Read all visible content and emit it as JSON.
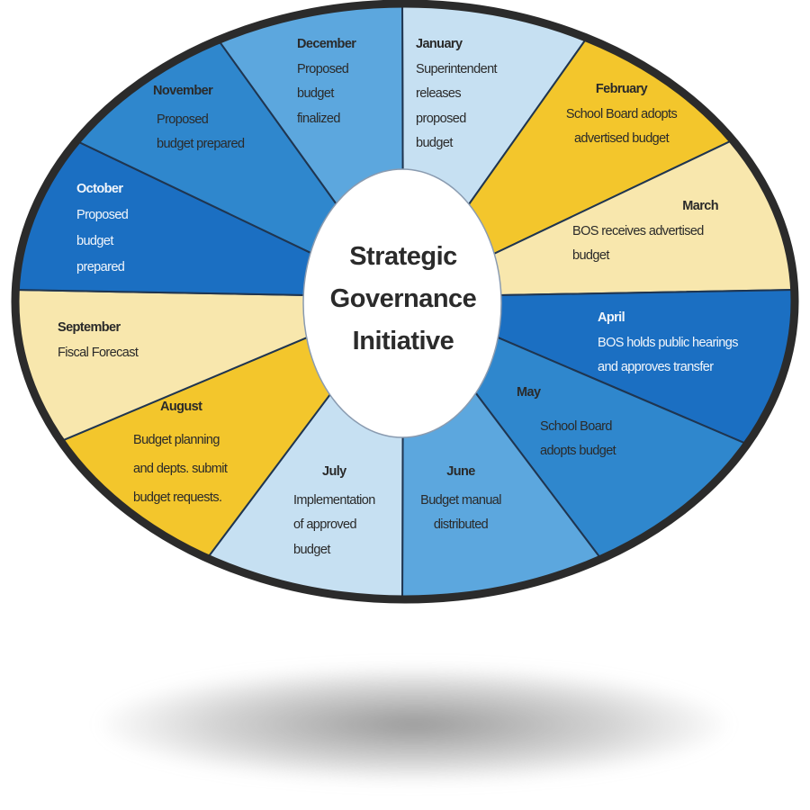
{
  "center_title": [
    "Strategic",
    "Governance",
    "Initiative"
  ],
  "months": [
    {
      "month": "January",
      "text": "Superintendent\nreleases\nproposed\nbudget",
      "color": "#c6e0f2"
    },
    {
      "month": "February",
      "text": "School Board adopts\nadvertised budget",
      "color": "#f3c62c"
    },
    {
      "month": "March",
      "text": "BOS receives advertised\nbudget",
      "color": "#f8e7ad"
    },
    {
      "month": "April",
      "text": "BOS holds public hearings\nand approves transfer",
      "color": "#1b6fc2"
    },
    {
      "month": "May",
      "text": "School Board\nadopts budget",
      "color": "#2f87cd"
    },
    {
      "month": "June",
      "text": "Budget manual\ndistributed",
      "color": "#5ca7de"
    },
    {
      "month": "July",
      "text": "Implementation\nof approved\nbudget",
      "color": "#c6e0f2"
    },
    {
      "month": "August",
      "text": "Budget planning\nand depts. submit\nbudget requests.",
      "color": "#f3c62c"
    },
    {
      "month": "September",
      "text": "Fiscal Forecast",
      "color": "#f8e7ad"
    },
    {
      "month": "October",
      "text": "Proposed\nbudget\nprepared",
      "color": "#1b6fc2"
    },
    {
      "month": "November",
      "text": "Proposed\nbudget prepared",
      "color": "#2f87cd"
    },
    {
      "month": "December",
      "text": "Proposed\nbudget\nfinalized",
      "color": "#5ca7de"
    }
  ],
  "colors": {
    "rim": "#2b2b2b",
    "divider": "#1f3550",
    "center_fill": "#ffffff"
  }
}
